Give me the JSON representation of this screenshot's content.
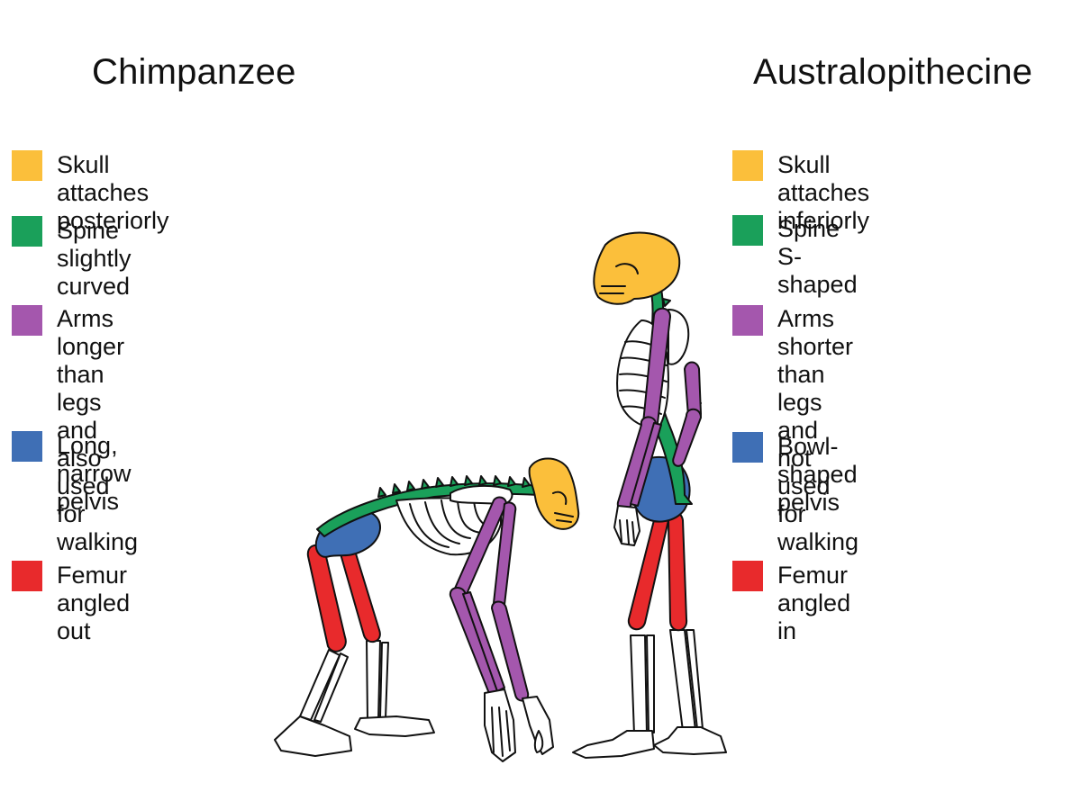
{
  "titles": {
    "left": "Chimpanzee",
    "right": "Australopithecine"
  },
  "colors": {
    "skull": "#fbbf3b",
    "spine": "#1aa05a",
    "arms": "#a457ad",
    "pelvis": "#3f6fb5",
    "femur": "#e82a2c",
    "bone": "#ffffff",
    "outline": "#111111"
  },
  "legend_left": [
    {
      "part": "skull",
      "color": "#fbbf3b",
      "text": "Skull attaches posteriorly"
    },
    {
      "part": "spine",
      "color": "#1aa05a",
      "text": "Spine slightly curved"
    },
    {
      "part": "arms",
      "color": "#a457ad",
      "text": "Arms longer than\nlegs and also used\nfor walking"
    },
    {
      "part": "pelvis",
      "color": "#3f6fb5",
      "text": "Long, narrow pelvis"
    },
    {
      "part": "femur",
      "color": "#e82a2c",
      "text": "Femur angled out"
    }
  ],
  "legend_right": [
    {
      "part": "skull",
      "color": "#fbbf3b",
      "text": "Skull attaches inferiorly"
    },
    {
      "part": "spine",
      "color": "#1aa05a",
      "text": "Spine S-shaped"
    },
    {
      "part": "arms",
      "color": "#a457ad",
      "text": "Arms shorter than\nlegs and not used\nfor walking"
    },
    {
      "part": "pelvis",
      "color": "#3f6fb5",
      "text": "Bowl-shaped pelvis"
    },
    {
      "part": "femur",
      "color": "#e82a2c",
      "text": "Femur angled in"
    }
  ]
}
